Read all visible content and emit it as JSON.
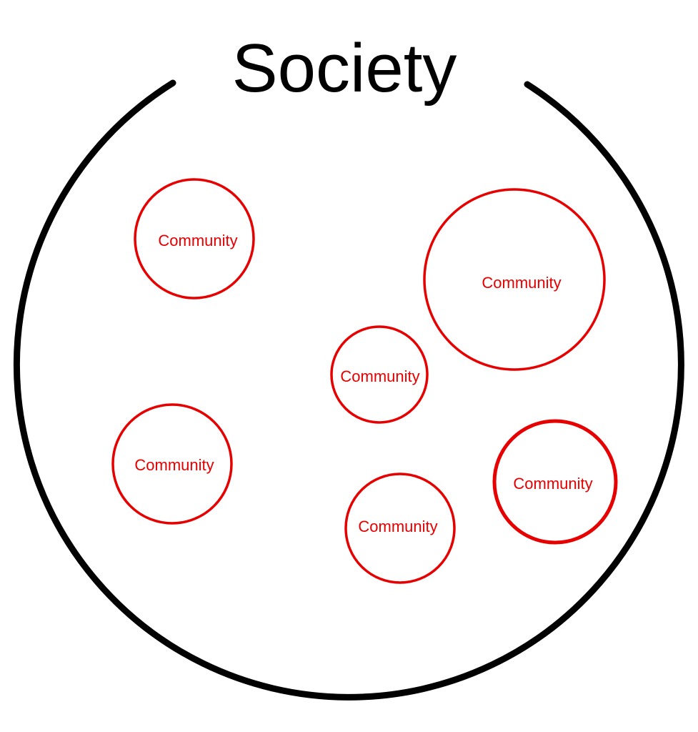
{
  "society": {
    "title": "Society",
    "stroke_color": "#000000"
  },
  "communities": [
    {
      "label": "Community"
    },
    {
      "label": "Community"
    },
    {
      "label": "Community"
    },
    {
      "label": "Community"
    },
    {
      "label": "Community"
    },
    {
      "label": "Community"
    }
  ],
  "colors": {
    "community": "#e60000",
    "background": "#ffffff"
  }
}
